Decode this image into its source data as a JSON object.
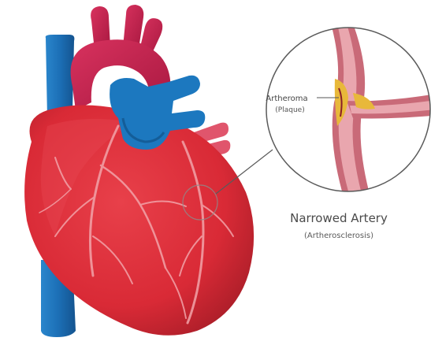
{
  "callout": {
    "plaque_label": "Artheroma",
    "plaque_sublabel": "(Plaque)"
  },
  "caption": {
    "title": "Narrowed Artery",
    "subtitle": "(Artherosclerosis)"
  },
  "colors": {
    "heart": "#d92a36",
    "heart_shadow": "#a81d28",
    "aorta": "#c8204e",
    "vein": "#1c6fb6",
    "artery_wall": "#c96a78",
    "artery_lumen": "#e9a6ae",
    "plaque": "#e8b83a",
    "vessel_line": "#f2a3a9",
    "callout_ring": "#5a5a5a",
    "text": "#4a4a4a"
  }
}
